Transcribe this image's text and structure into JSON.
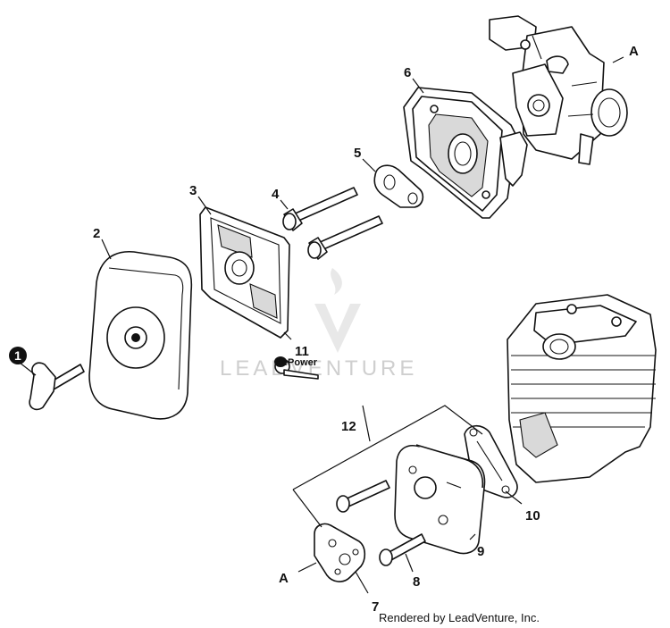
{
  "diagram": {
    "callouts": {
      "c1": "1",
      "c2": "2",
      "c3": "3",
      "c4": "4",
      "c5": "5",
      "c6": "6",
      "c7": "7",
      "c8": "8",
      "c9": "9",
      "c10": "10",
      "c11": "11",
      "c12": "12",
      "ref_a_top": "A",
      "ref_a_bottom": "A"
    },
    "repower_badge": "RePower",
    "watermark": "LEADVENTURE",
    "footer": "Rendered by LeadVenture, Inc."
  }
}
